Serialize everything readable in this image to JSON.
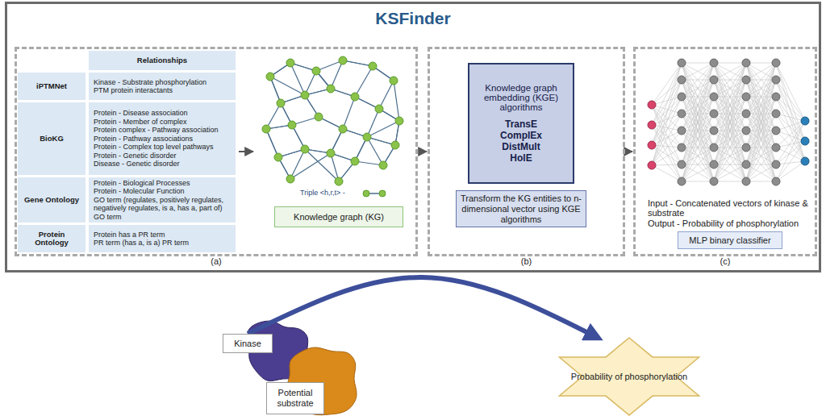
{
  "diagram": {
    "nodes": [
      {
        "text": [
          "KSFinder"
        ]
      },
      {
        "text": [
          "(a)"
        ],
        "in": 0
      },
      {
        "text": [
          "Relationships"
        ],
        "in": 1
      },
      {
        "text": [
          "iPTMNet"
        ],
        "in": 1
      },
      {
        "text": [
          "Kinase - Substrate phosphorylation",
          "PTM protein interactants"
        ],
        "in": 1
      },
      {
        "text": [
          "BioKG"
        ],
        "in": 1
      },
      {
        "text": [
          "Protein - Disease association",
          "Protein - Member of complex",
          "Protein complex - Pathway association",
          "Protein - Pathway associations",
          "Protein - Complex top level pathways",
          "Protein - Genetic disorder",
          "Disease - Genetic disorder"
        ],
        "in": 1
      },
      {
        "text": [
          "Gene Ontology"
        ],
        "in": 1
      },
      {
        "text": [
          "Protein - Biological Processes",
          "Protein - Molecular Function",
          "GO term (regulates, positively regulates, negatively regulates, is a, has a, part of) GO term"
        ],
        "in": 1
      },
      {
        "text": [
          "Protein Ontology"
        ],
        "in": 1
      },
      {
        "text": [
          "Protein has a PR term",
          "PR term (has a, is a) PR term"
        ],
        "in": 1
      },
      {
        "text": [
          "Knowledge graph (KG)"
        ],
        "in": 1
      },
      {
        "text": [
          "(b)"
        ],
        "in": 0
      },
      {
        "text": [
          "Knowledge graph embedding (KGE) algorithms",
          "TransE",
          "ComplEx",
          "DistMult",
          "HolE"
        ],
        "in": 12
      },
      {
        "text": [
          "Transform the KG entities to n-dimensional vector using KGE algorithms"
        ],
        "in": 12
      },
      {
        "text": [
          "(c)"
        ],
        "in": 0
      },
      {
        "text": [
          "MLP binary classifier"
        ],
        "in": 15
      },
      {
        "text": [
          "Kinase"
        ]
      },
      {
        "text": [
          "Potential substrate"
        ]
      },
      {
        "text": [
          "Probability of phosphorylation"
        ]
      }
    ],
    "edges": [
      {
        "from": 1,
        "to": 12,
        "arrow": "to"
      },
      {
        "from": 12,
        "to": 15,
        "arrow": "to"
      },
      {
        "from": 17,
        "to": 19,
        "arrow": "to"
      }
    ],
    "labels": [
      "Triple <h,r,t> -",
      "Input - Concatenated vectors of kinase & substrate",
      "Output - Probability of phosphorylation"
    ]
  }
}
